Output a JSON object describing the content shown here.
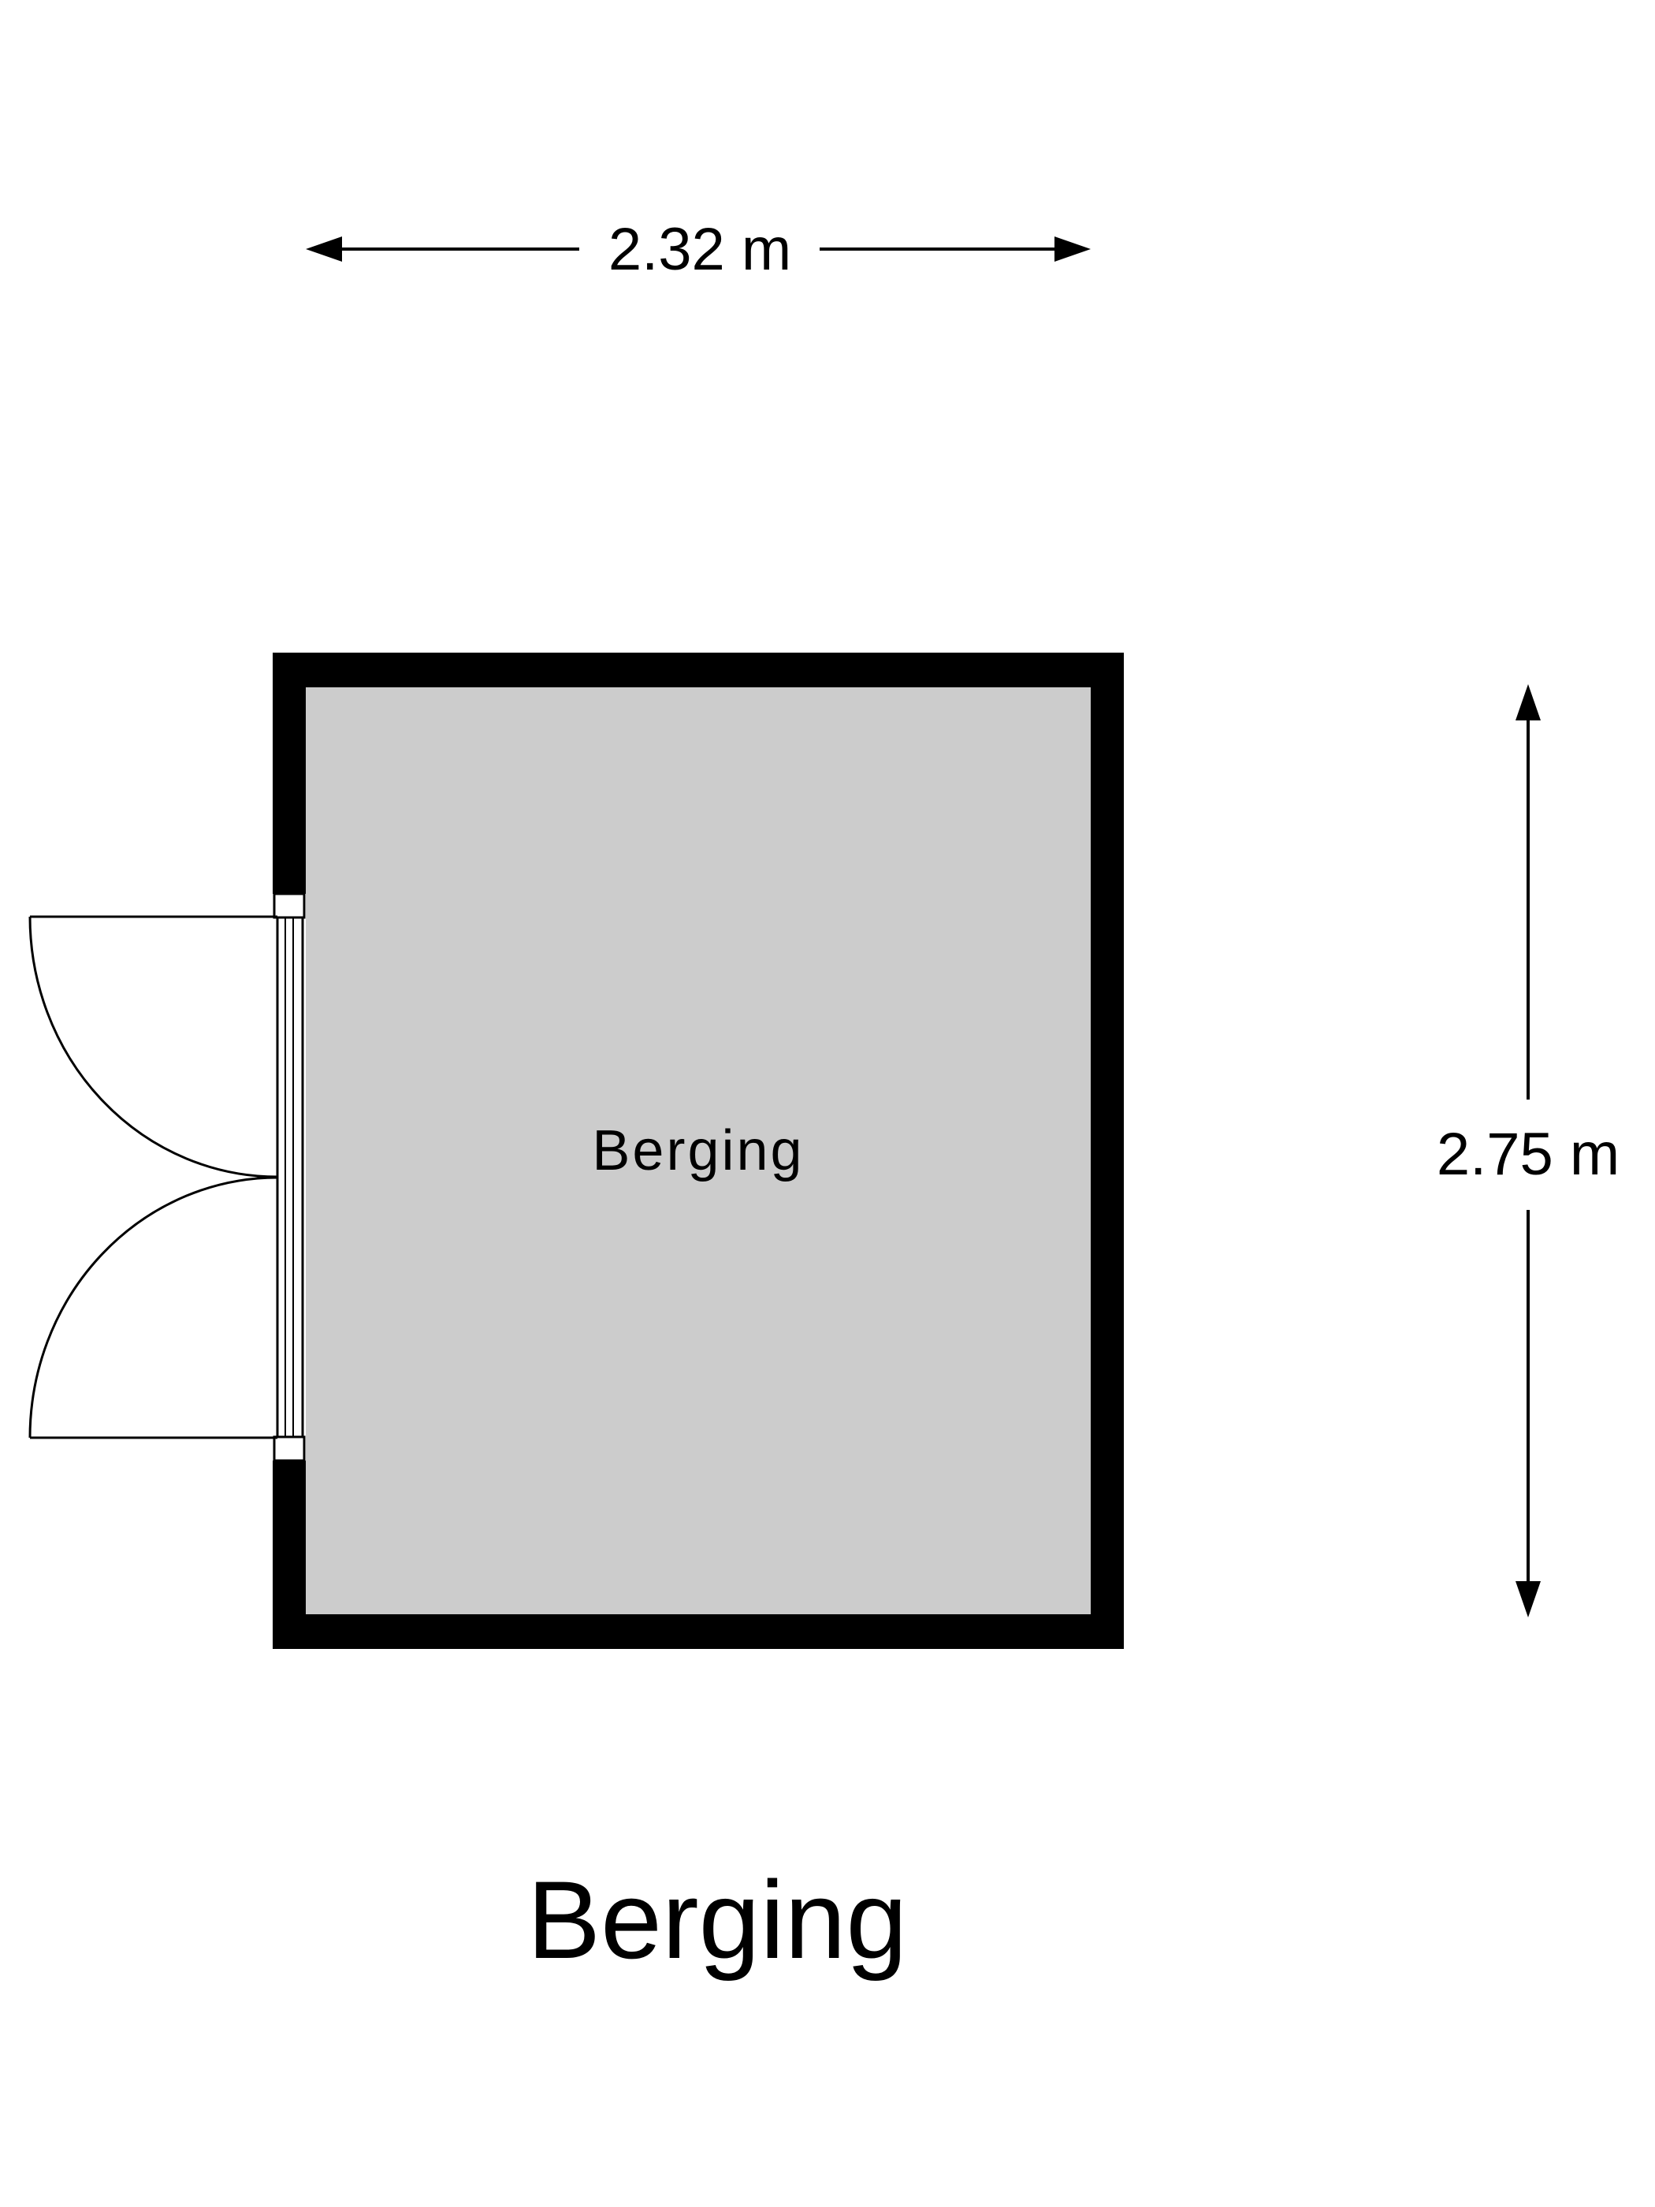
{
  "dimensions": {
    "width_label": "2.32 m",
    "depth_label": "2.75 m"
  },
  "room": {
    "name": "Berging",
    "fill_color": "#cccccc",
    "wall_color": "#000000"
  },
  "plan_title": "Berging"
}
